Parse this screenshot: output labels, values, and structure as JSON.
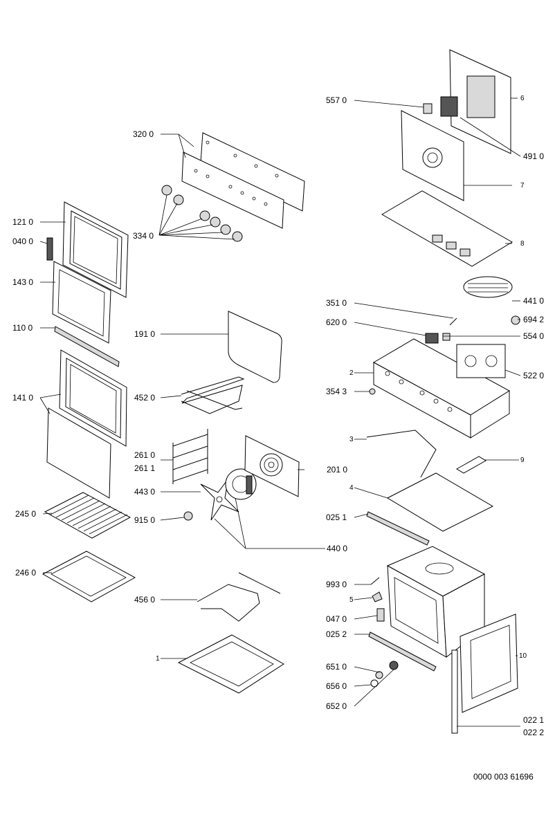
{
  "labels": {
    "l_320_0": "320 0",
    "l_334_0": "334 0",
    "l_121_0": "121 0",
    "l_040_0": "040 0",
    "l_143_0": "143 0",
    "l_110_0": "110 0",
    "l_141_0": "141 0",
    "l_191_0": "191 0",
    "l_452_0": "452 0",
    "l_261_0": "261 0",
    "l_261_1": "261 1",
    "l_443_0": "443 0",
    "l_915_0": "915 0",
    "l_245_0": "245 0",
    "l_246_0": "246 0",
    "l_456_0": "456 0",
    "l_1": "1",
    "l_201_0": "201 0",
    "l_440_0": "440 0",
    "l_557_0": "557 0",
    "l_6": "6",
    "l_491_0": "491 0",
    "l_7": "7",
    "l_8": "8",
    "l_441_0": "441 0",
    "l_351_0": "351 0",
    "l_694_2": "694 2",
    "l_620_0": "620 0",
    "l_554_0": "554 0",
    "l_2": "2",
    "l_522_0": "522 0",
    "l_354_3": "354 3",
    "l_3": "3",
    "l_9": "9",
    "l_4": "4",
    "l_025_1": "025 1",
    "l_993_0": "993 0",
    "l_5": "5",
    "l_047_0": "047 0",
    "l_025_2": "025 2",
    "l_10": "10",
    "l_651_0": "651 0",
    "l_656_0": "656 0",
    "l_652_0": "652 0",
    "l_022_1": "022 1",
    "l_022_2": "022 2"
  },
  "drawing_number": "0000 003 61696"
}
